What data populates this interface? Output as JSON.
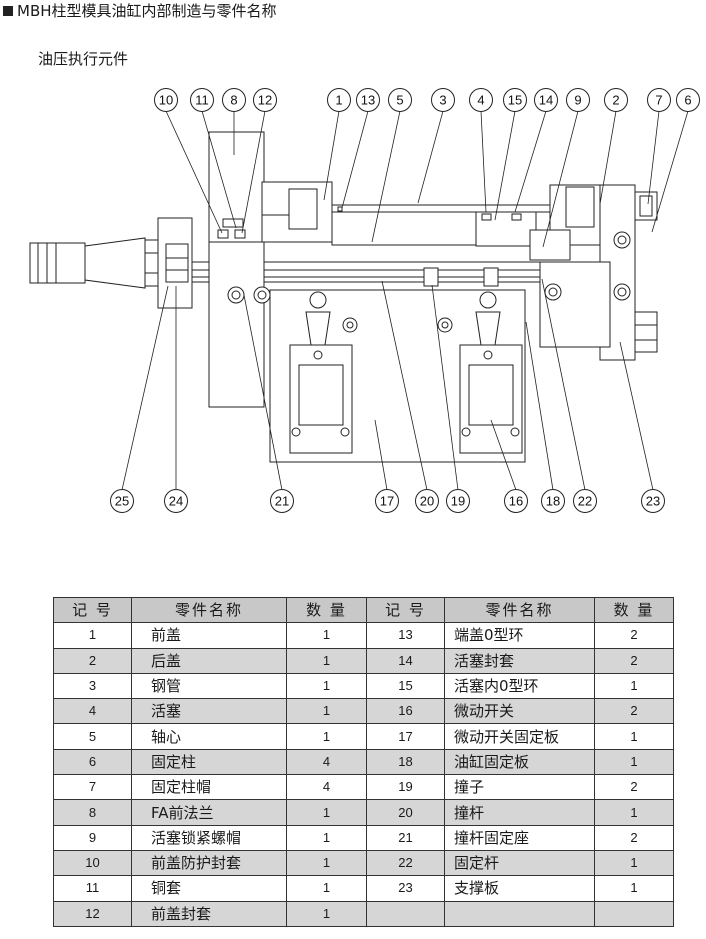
{
  "title": "MBH柱型模具油缸内部制造与零件名称",
  "subtitle": "油压执行元件",
  "callouts_top": [
    "10",
    "11",
    "8",
    "12",
    "1",
    "13",
    "5",
    "3",
    "4",
    "15",
    "14",
    "9",
    "2",
    "7",
    "6"
  ],
  "callouts_bottom": [
    "25",
    "24",
    "21",
    "17",
    "20",
    "19",
    "16",
    "18",
    "22",
    "23"
  ],
  "table": {
    "headers": [
      "记 号",
      "零件名称",
      "数 量",
      "记 号",
      "零件名称",
      "数 量"
    ],
    "rows": [
      {
        "id1": "1",
        "name1": "前盖",
        "qty1": "1",
        "id2": "13",
        "name2": "端盖0型环",
        "qty2": "2"
      },
      {
        "id1": "2",
        "name1": "后盖",
        "qty1": "1",
        "id2": "14",
        "name2": "活塞封套",
        "qty2": "2"
      },
      {
        "id1": "3",
        "name1": "钢管",
        "qty1": "1",
        "id2": "15",
        "name2": "活塞内0型环",
        "qty2": "1"
      },
      {
        "id1": "4",
        "name1": "活塞",
        "qty1": "1",
        "id2": "16",
        "name2": "微动开关",
        "qty2": "2"
      },
      {
        "id1": "5",
        "name1": "轴心",
        "qty1": "1",
        "id2": "17",
        "name2": "微动开关固定板",
        "qty2": "1"
      },
      {
        "id1": "6",
        "name1": "固定柱",
        "qty1": "4",
        "id2": "18",
        "name2": "油缸固定板",
        "qty2": "1"
      },
      {
        "id1": "7",
        "name1": "固定柱帽",
        "qty1": "4",
        "id2": "19",
        "name2": "撞子",
        "qty2": "2"
      },
      {
        "id1": "8",
        "name1": "FA前法兰",
        "qty1": "1",
        "id2": "20",
        "name2": "撞杆",
        "qty2": "1"
      },
      {
        "id1": "9",
        "name1": "活塞锁紧螺帽",
        "qty1": "1",
        "id2": "21",
        "name2": "撞杆固定座",
        "qty2": "2"
      },
      {
        "id1": "10",
        "name1": "前盖防护封套",
        "qty1": "1",
        "id2": "22",
        "name2": "固定杆",
        "qty2": "1"
      },
      {
        "id1": "11",
        "name1": "铜套",
        "qty1": "1",
        "id2": "23",
        "name2": "支撑板",
        "qty2": "1"
      },
      {
        "id1": "12",
        "name1": "前盖封套",
        "qty1": "1",
        "id2": "",
        "name2": "",
        "qty2": ""
      }
    ]
  }
}
